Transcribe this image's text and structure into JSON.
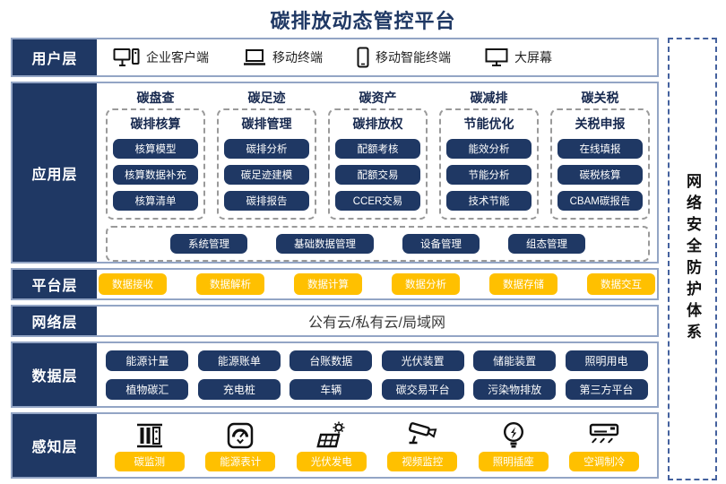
{
  "title": "碳排放动态管控平台",
  "security_panel": {
    "label": "网络安全防护体系"
  },
  "layers": {
    "user": {
      "label": "用户层",
      "items": [
        {
          "icon": "desktop-pc-icon",
          "label": "企业客户端"
        },
        {
          "icon": "laptop-icon",
          "label": "移动终端"
        },
        {
          "icon": "smartphone-icon",
          "label": "移动智能终端"
        },
        {
          "icon": "big-screen-icon",
          "label": "大屏幕"
        }
      ]
    },
    "app": {
      "label": "应用层",
      "columns": [
        {
          "header": "碳盘查",
          "subheader": "碳排核算",
          "buttons": [
            "核算模型",
            "核算数据补充",
            "核算清单"
          ]
        },
        {
          "header": "碳足迹",
          "subheader": "碳排管理",
          "buttons": [
            "碳排分析",
            "碳足迹建模",
            "碳排报告"
          ]
        },
        {
          "header": "碳资产",
          "subheader": "碳排放权",
          "buttons": [
            "配额考核",
            "配额交易",
            "CCER交易"
          ]
        },
        {
          "header": "碳减排",
          "subheader": "节能优化",
          "buttons": [
            "能效分析",
            "节能分析",
            "技术节能"
          ]
        },
        {
          "header": "碳关税",
          "subheader": "关税申报",
          "buttons": [
            "在线填报",
            "碳税核算",
            "CBAM碳报告"
          ]
        }
      ],
      "common_buttons": [
        "系统管理",
        "基础数据管理",
        "设备管理",
        "组态管理"
      ]
    },
    "platform": {
      "label": "平台层",
      "buttons": [
        "数据接收",
        "数据解析",
        "数据计算",
        "数据分析",
        "数据存储",
        "数据交互"
      ]
    },
    "network": {
      "label": "网络层",
      "content": "公有云/私有云/局域网"
    },
    "data": {
      "label": "数据层",
      "rows": [
        [
          "能源计量",
          "能源账单",
          "台账数据",
          "光伏装置",
          "储能装置",
          "照明用电"
        ],
        [
          "植物碳汇",
          "充电桩",
          "车辆",
          "碳交易平台",
          "污染物排放",
          "第三方平台"
        ]
      ]
    },
    "perception": {
      "label": "感知层",
      "items": [
        {
          "icon": "carbon-monitor-icon",
          "label": "碳监测"
        },
        {
          "icon": "energy-meter-icon",
          "label": "能源表计"
        },
        {
          "icon": "solar-power-icon",
          "label": "光伏发电"
        },
        {
          "icon": "video-surveillance-icon",
          "label": "视频监控"
        },
        {
          "icon": "lighting-socket-icon",
          "label": "照明插座"
        },
        {
          "icon": "air-conditioner-icon",
          "label": "空调制冷"
        }
      ]
    }
  },
  "colors": {
    "navy": "#1f3864",
    "orange": "#ffc000",
    "band_border": "#93a5c5"
  }
}
